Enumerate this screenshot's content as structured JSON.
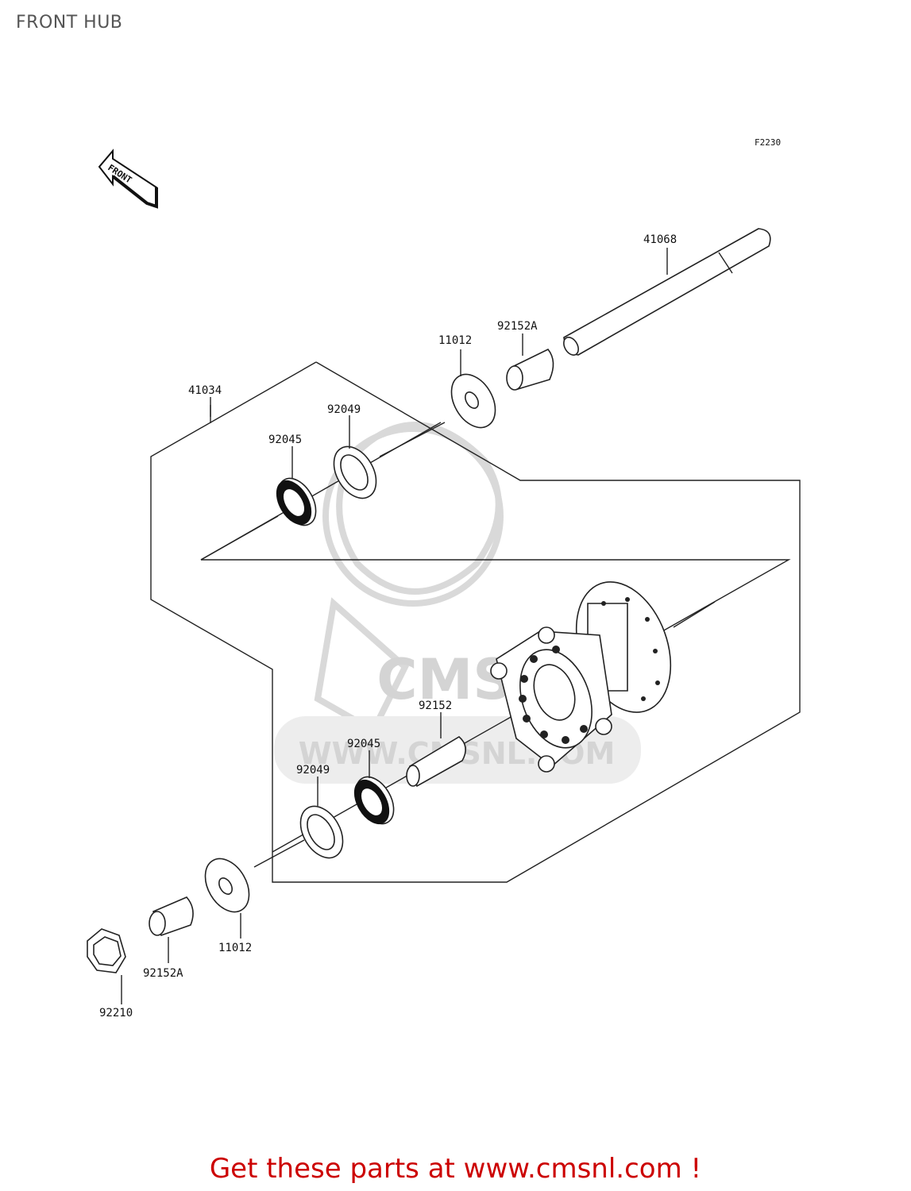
{
  "title": "FRONT HUB",
  "figure_code": "F2230",
  "front_marker": "FRONT",
  "watermark": {
    "logo_text": "CMS",
    "url_text": "WWW.CMSNL.COM"
  },
  "labels": {
    "axle": "41068",
    "hub_assembly": "41034",
    "collar_right": "92152A",
    "spacer_right": "11012",
    "seal_right": "92049",
    "bearing_right": "92045",
    "sleeve": "92152",
    "bearing_left": "92045",
    "seal_left": "92049",
    "spacer_left": "11012",
    "collar_left": "92152A",
    "nut": "92210"
  },
  "footer": "Get these parts at www.cmsnl.com !",
  "colors": {
    "footer": "#cc0000",
    "title": "#555555",
    "watermark": "#d4d4d4"
  }
}
